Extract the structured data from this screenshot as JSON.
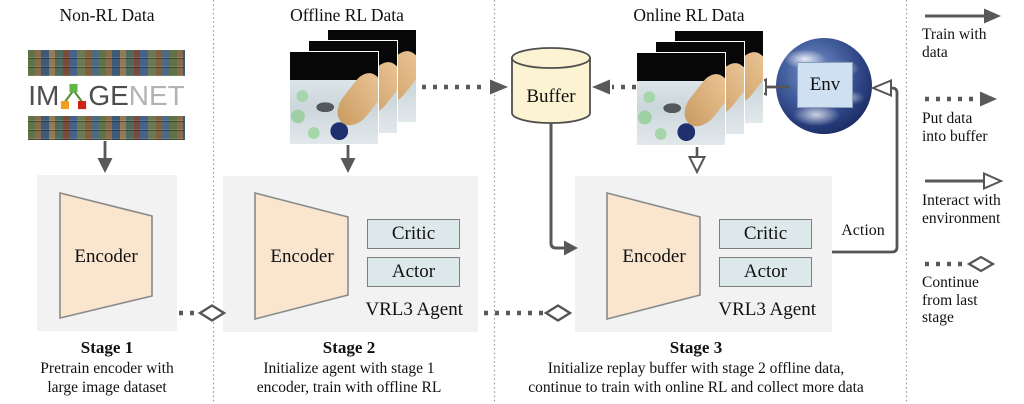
{
  "figure": {
    "titles": {
      "stage1": "Non-RL Data",
      "stage2": "Offline RL Data",
      "stage3": "Online RL Data"
    },
    "imagenet": {
      "part1": "IM",
      "part2": "GE",
      "part3": "NET"
    },
    "buffer": "Buffer",
    "stage1": {
      "encoder": "Encoder",
      "name": "Stage 1",
      "caption1": "Pretrain encoder with",
      "caption2": "large image dataset"
    },
    "stage2": {
      "encoder": "Encoder",
      "critic": "Critic",
      "actor": "Actor",
      "agent": "VRL3 Agent",
      "name": "Stage 2",
      "caption1": "Initialize agent with stage 1",
      "caption2": "encoder, train with offline RL"
    },
    "stage3": {
      "encoder": "Encoder",
      "critic": "Critic",
      "actor": "Actor",
      "agent": "VRL3 Agent",
      "env": "Env",
      "action": "Action",
      "name": "Stage 3",
      "caption1": "Initialize replay buffer with stage 2 offline data,",
      "caption2": "continue to train with online RL and collect more data"
    }
  },
  "legend": {
    "item1": {
      "line1": "Train with",
      "line2": "data"
    },
    "item2": {
      "line1": "Put data",
      "line2": "into buffer"
    },
    "item3": {
      "line1": "Interact with",
      "line2": "environment"
    },
    "item4": {
      "line1": "Continue",
      "line2": "from last",
      "line3": "stage"
    }
  },
  "colors": {
    "encoder_fill": "#fae5cf",
    "module_fill": "#dce8ea",
    "buffer_fill": "#fcf3d2",
    "env_fill": "#cfe0f2",
    "stage_box": "#f2f2f2",
    "arrow": "#595959"
  }
}
